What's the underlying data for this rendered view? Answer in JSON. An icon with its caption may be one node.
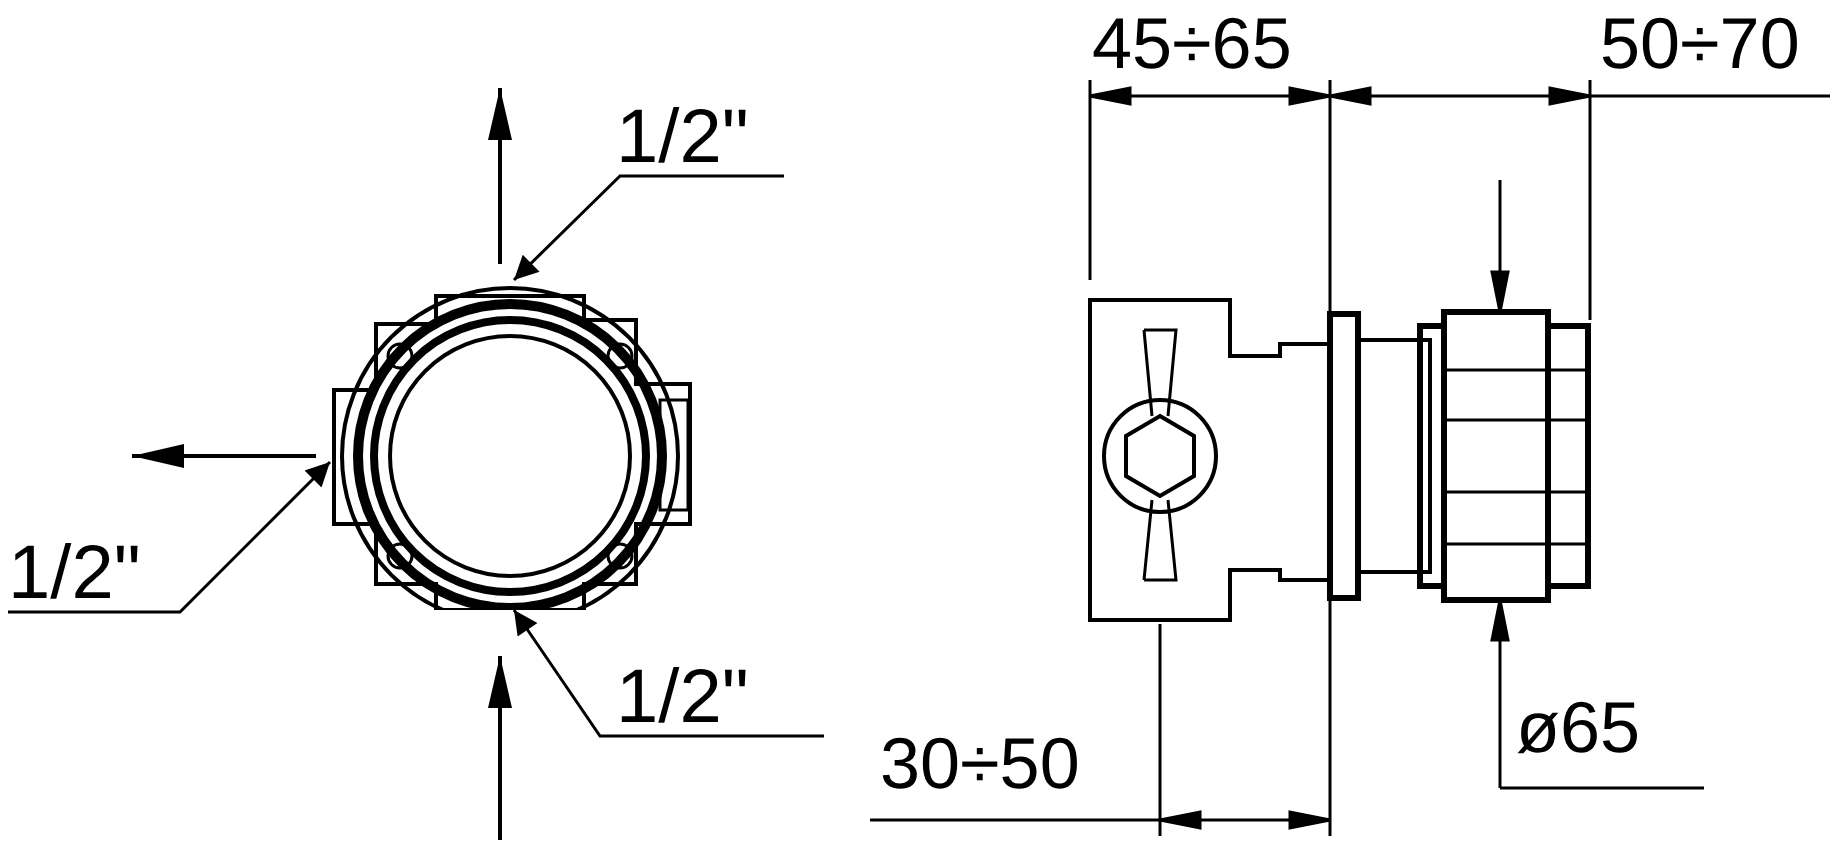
{
  "diagram": {
    "nodes": [
      {
        "text": [
          "1/2\""
        ]
      },
      {
        "text": [
          "1/2\""
        ]
      },
      {
        "text": [
          "1/2\""
        ]
      },
      {
        "text": [],
        "shape": "picture"
      }
    ],
    "edges": [
      {
        "from": 0,
        "to": 3,
        "arrow": "to"
      },
      {
        "from": 1,
        "to": 3,
        "arrow": "to"
      },
      {
        "from": 2,
        "to": 3,
        "arrow": "to"
      }
    ],
    "labels": [
      "45÷65",
      "50÷70",
      "30÷50",
      "ø65"
    ]
  }
}
